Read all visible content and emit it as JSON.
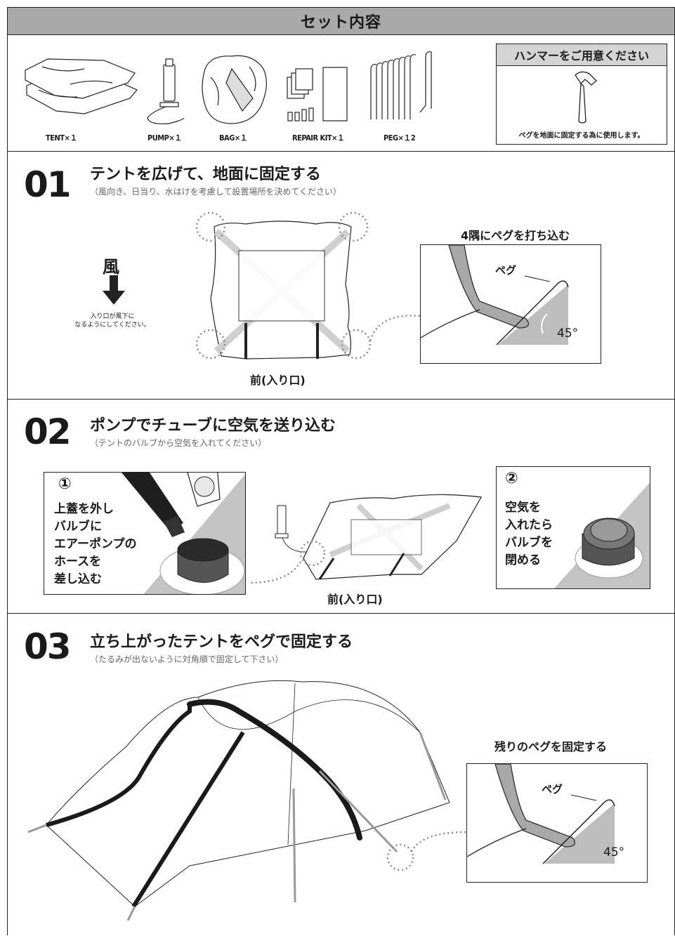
{
  "header": {
    "title": "セット内容"
  },
  "contents": {
    "items": [
      {
        "label": "TENT×１",
        "icon": "tent-folded-icon"
      },
      {
        "label": "PUMP×１",
        "icon": "pump-icon"
      },
      {
        "label": "BAG×１",
        "icon": "bag-icon"
      },
      {
        "label": "REPAIR KIT×１",
        "icon": "repair-kit-icon"
      },
      {
        "label": "PEG×１2",
        "icon": "peg-icon"
      }
    ],
    "hammer": {
      "title": "ハンマーをご用意ください",
      "note": "ペグを地面に固定する為に使用します。"
    }
  },
  "steps": [
    {
      "number": "01",
      "title": "テントを広げて、地面に固定する",
      "subtitle": "（風向き、日当り、水はけを考慮して設置場所を決めてください）",
      "wind_label": "風",
      "wind_note_line1": "入り口が風下に",
      "wind_note_line2": "なるようにしてください。",
      "front_label": "前(入り口)",
      "peg_title": "4隅にペグを打ち込む",
      "peg_label": "ペグ",
      "angle": "45°"
    },
    {
      "number": "02",
      "title": "ポンプでチューブに空気を送り込む",
      "subtitle": "（テントのバルブから空気を入れてください）",
      "callout1_num": "①",
      "callout1_text": "上蓋を外し\nバルブに\nエアーポンプの\nホースを\n差し込む",
      "callout2_num": "②",
      "callout2_text": "空気を\n入れたら\nバルブを\n閉める",
      "front_label": "前(入り口)"
    },
    {
      "number": "03",
      "title": "立ち上がったテントをペグで固定する",
      "subtitle": "（たるみが出ないように対角順で固定して下さい）",
      "peg_title": "残りのペグを固定する",
      "peg_label": "ペグ",
      "angle": "45°"
    }
  ]
}
